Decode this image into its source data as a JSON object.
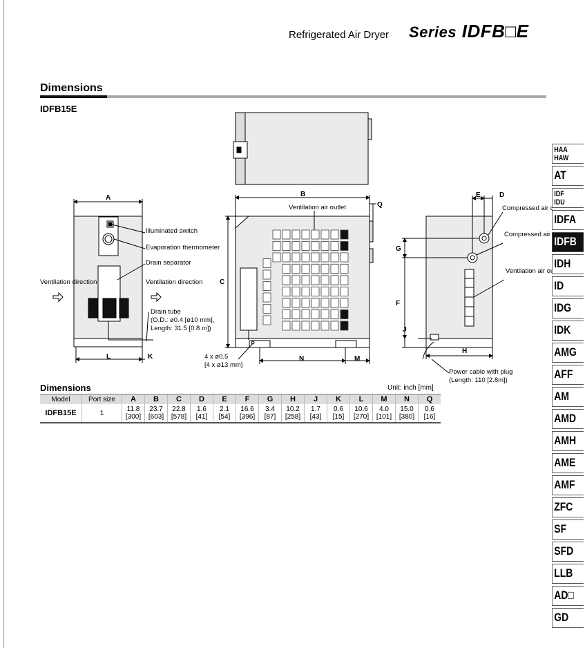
{
  "header": {
    "product": "Refrigerated Air Dryer",
    "series_prefix": "Series",
    "series_name": "IDFB□E"
  },
  "section": {
    "title": "Dimensions",
    "model": "IDFB15E"
  },
  "drawing": {
    "dim_letters": [
      "A",
      "B",
      "C",
      "D",
      "E",
      "F",
      "G",
      "H",
      "J",
      "K",
      "L",
      "M",
      "N",
      "Q"
    ],
    "callouts": {
      "illuminated_switch": "Illuminated switch",
      "evaporation_thermometer": "Evaporation thermometer",
      "drain_separator": "Drain separator",
      "ventilation_direction": "Ventilation direction",
      "drain_tube": "Drain tube",
      "drain_tube_od": "(O.D.: ø0.4 [ø10 mm],",
      "drain_tube_length": "Length: 31.5 [0.8 m])",
      "ventilation_air_outlet": "Ventilation air outlet",
      "holes_in": "4 x ø0.5",
      "holes_mm": "[4 x ø13 mm]",
      "compressed_air_outlet": "Compressed air outlet",
      "compressed_air_inlet": "Compressed air inlet",
      "power_cable": "Power cable with plug",
      "power_cable_length": "(Length: 110 [2.8m])"
    }
  },
  "table": {
    "title": "Dimensions",
    "unit": "Unit: inch [mm]",
    "headers": [
      "Model",
      "Port size",
      "A",
      "B",
      "C",
      "D",
      "E",
      "F",
      "G",
      "H",
      "J",
      "K",
      "L",
      "M",
      "N",
      "Q"
    ],
    "rows": [
      {
        "model": "IDFB15E",
        "port_size": "1",
        "values": [
          [
            "11.8",
            "[300]"
          ],
          [
            "23.7",
            "[603]"
          ],
          [
            "22.8",
            "[578]"
          ],
          [
            "1.6",
            "[41]"
          ],
          [
            "2.1",
            "[54]"
          ],
          [
            "16.6",
            "[396]"
          ],
          [
            "3.4",
            "[87]"
          ],
          [
            "10.2",
            "[258]"
          ],
          [
            "1.7",
            "[43]"
          ],
          [
            "0.6",
            "[15]"
          ],
          [
            "10.6",
            "[270]"
          ],
          [
            "4.0",
            "[101]"
          ],
          [
            "15.0",
            "[380]"
          ],
          [
            "0.6",
            "[16]"
          ]
        ]
      }
    ]
  },
  "nav": [
    {
      "label": "HAA HAW",
      "l1": "HAA",
      "l2": "HAW"
    },
    {
      "label": "AT"
    },
    {
      "label": "IDF IDU",
      "l1": "IDF",
      "l2": "IDU"
    },
    {
      "label": "IDFA"
    },
    {
      "label": "IDFB",
      "active": true
    },
    {
      "label": "IDH"
    },
    {
      "label": "ID"
    },
    {
      "label": "IDG"
    },
    {
      "label": "IDK"
    },
    {
      "label": "AMG"
    },
    {
      "label": "AFF"
    },
    {
      "label": "AM"
    },
    {
      "label": "AMD"
    },
    {
      "label": "AMH"
    },
    {
      "label": "AME"
    },
    {
      "label": "AMF"
    },
    {
      "label": "ZFC"
    },
    {
      "label": "SF"
    },
    {
      "label": "SFD"
    },
    {
      "label": "LLB"
    },
    {
      "label": "AD□"
    },
    {
      "label": "GD"
    }
  ],
  "colors": {
    "active_nav": "#111111",
    "table_header": "#dddddd",
    "rule": "#aaaaaa",
    "drawing_fill": "#ebebeb"
  }
}
